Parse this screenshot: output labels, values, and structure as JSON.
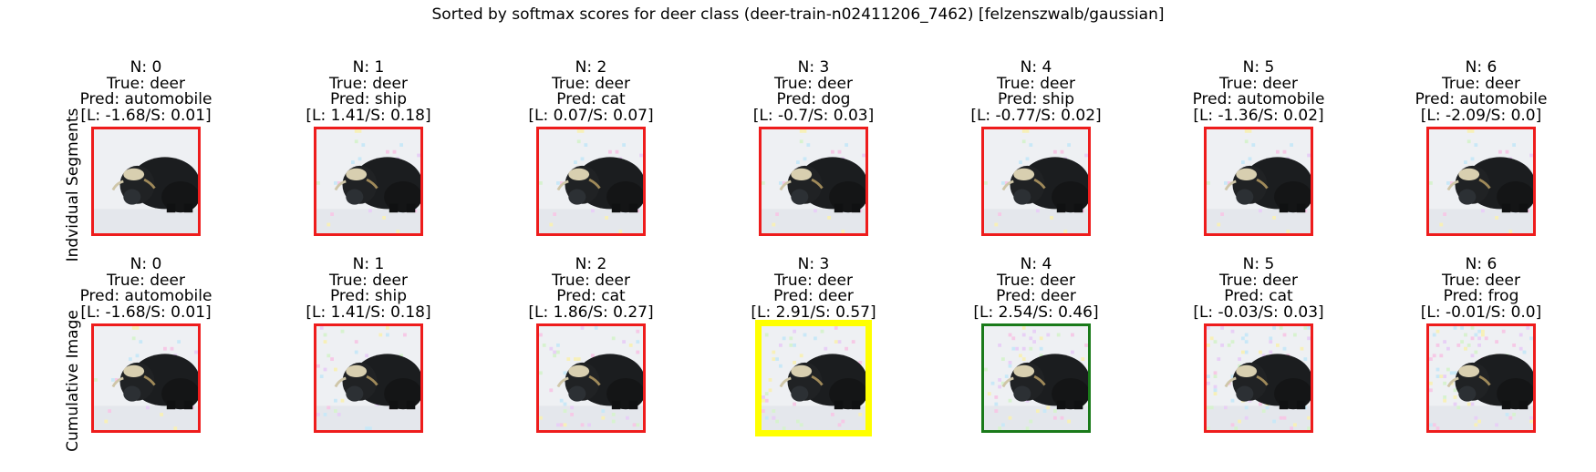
{
  "title": "Sorted by softmax scores for deer class (deer-train-n02411206_7462) [felzenszwalb/gaussian]",
  "rows": [
    {
      "label": "Indvidual Segments",
      "cells": [
        {
          "n": "N: 0",
          "true": "True: deer",
          "pred": "Pred: automobile",
          "scores": "[L: -1.68/S: 0.01]",
          "border": "#ee1c1c"
        },
        {
          "n": "N: 1",
          "true": "True: deer",
          "pred": "Pred: ship",
          "scores": "[L: 1.41/S: 0.18]",
          "border": "#ee1c1c"
        },
        {
          "n": "N: 2",
          "true": "True: deer",
          "pred": "Pred: cat",
          "scores": "[L: 0.07/S: 0.07]",
          "border": "#ee1c1c"
        },
        {
          "n": "N: 3",
          "true": "True: deer",
          "pred": "Pred: dog",
          "scores": "[L: -0.7/S: 0.03]",
          "border": "#ee1c1c"
        },
        {
          "n": "N: 4",
          "true": "True: deer",
          "pred": "Pred: ship",
          "scores": "[L: -0.77/S: 0.02]",
          "border": "#ee1c1c"
        },
        {
          "n": "N: 5",
          "true": "True: deer",
          "pred": "Pred: automobile",
          "scores": "[L: -1.36/S: 0.02]",
          "border": "#ee1c1c"
        },
        {
          "n": "N: 6",
          "true": "True: deer",
          "pred": "Pred: automobile",
          "scores": "[L: -2.09/S: 0.0]",
          "border": "#ee1c1c"
        }
      ]
    },
    {
      "label": "Cumulative Image",
      "cells": [
        {
          "n": "N: 0",
          "true": "True: deer",
          "pred": "Pred: automobile",
          "scores": "[L: -1.68/S: 0.01]",
          "border": "#ee1c1c"
        },
        {
          "n": "N: 1",
          "true": "True: deer",
          "pred": "Pred: ship",
          "scores": "[L: 1.41/S: 0.18]",
          "border": "#ee1c1c"
        },
        {
          "n": "N: 2",
          "true": "True: deer",
          "pred": "Pred: cat",
          "scores": "[L: 1.86/S: 0.27]",
          "border": "#ee1c1c"
        },
        {
          "n": "N: 3",
          "true": "True: deer",
          "pred": "Pred: deer",
          "scores": "[L: 2.91/S: 0.57]",
          "border": "#ffff00"
        },
        {
          "n": "N: 4",
          "true": "True: deer",
          "pred": "Pred: deer",
          "scores": "[L: 2.54/S: 0.46]",
          "border": "#1a7a1a"
        },
        {
          "n": "N: 5",
          "true": "True: deer",
          "pred": "Pred: cat",
          "scores": "[L: -0.03/S: 0.03]",
          "border": "#ee1c1c"
        },
        {
          "n": "N: 6",
          "true": "True: deer",
          "pred": "Pred: frog",
          "scores": "[L: -0.01/S: 0.0]",
          "border": "#ee1c1c"
        }
      ]
    }
  ]
}
